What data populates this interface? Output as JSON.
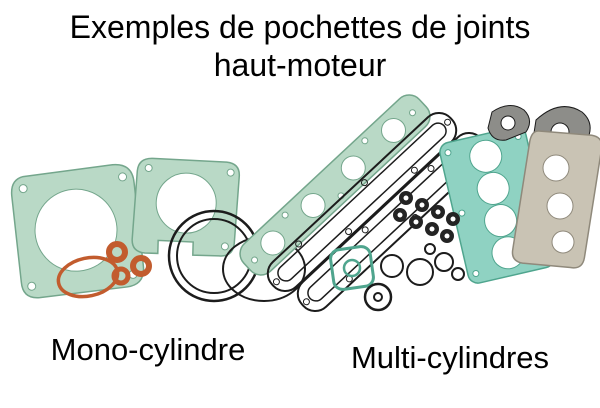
{
  "title": {
    "line1": "Exemples de pochettes de joints",
    "line2": "haut-moteur"
  },
  "captions": {
    "mono": "Mono-cylindre",
    "multi": "Multi-cylindres"
  },
  "colors": {
    "background": "#ffffff",
    "text": "#000000",
    "gasket_green": "#b9d9c6",
    "gasket_green_stroke": "#74a68c",
    "gasket_teal": "#8fd2c2",
    "gasket_teal_stroke": "#4fa58e",
    "oring_orange": "#c25c2e",
    "outline_black": "#1c1c1c",
    "grommet_dark": "#242424",
    "gasket_tan": "#c9c3b4",
    "gasket_tan_stroke": "#8f897b",
    "gasket_gray": "#8d8d89",
    "hole_white": "#ffffff"
  }
}
